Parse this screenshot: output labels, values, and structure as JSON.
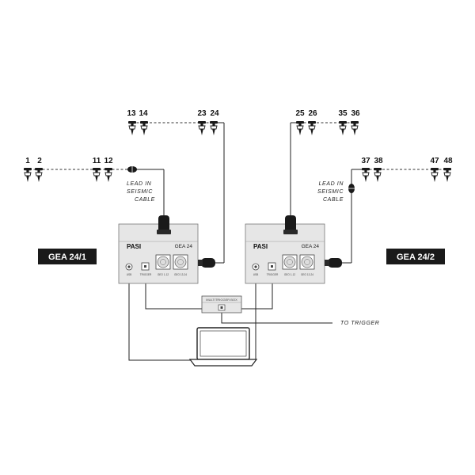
{
  "geophone_labels": {
    "row_left": [
      "1",
      "2",
      "11",
      "12"
    ],
    "row_left_upper": [
      "13",
      "14",
      "23",
      "24"
    ],
    "row_right_upper": [
      "25",
      "26",
      "35",
      "36"
    ],
    "row_right": [
      "37",
      "38",
      "47",
      "48"
    ]
  },
  "annotations": {
    "lead_left": [
      "LEAD IN",
      "SEISMIC",
      "CABLE"
    ],
    "lead_right": [
      "LEAD IN",
      "SEISMIC",
      "CABLE"
    ],
    "to_trigger": "TO TRIGGER"
  },
  "units": [
    {
      "brand": "PASI",
      "model": "GEA 24",
      "badge": "GEA 24/1",
      "port_left": "USB",
      "port_mid": "TRIGGER",
      "con1": "GEO 1-12",
      "con2": "GEO 13-24"
    },
    {
      "brand": "PASI",
      "model": "GEA 24",
      "badge": "GEA 24/2",
      "port_left": "USB",
      "port_mid": "TRIGGER",
      "con1": "GEO 1-12",
      "con2": "GEO 13-24"
    }
  ],
  "trigger_box": {
    "label": "MULTITRIGGER BOX"
  },
  "colors": {
    "badge_bg": "#1a1a1a",
    "box_fill": "#e3e3e3",
    "line": "#222222"
  }
}
